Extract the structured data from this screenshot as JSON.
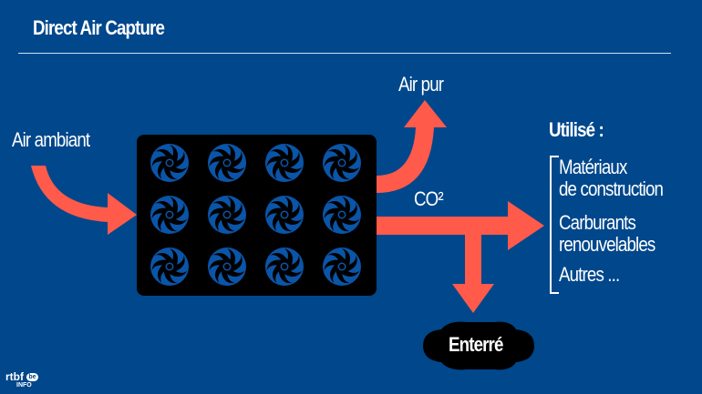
{
  "header": {
    "title": "Direct Air Capture"
  },
  "labels": {
    "input": "Air ambiant",
    "output_clean": "Air pur",
    "co2": "CO²",
    "stored": "Enterré"
  },
  "uses": {
    "heading": "Utilisé :",
    "items": [
      {
        "line1": "Matériaux",
        "line2": "de construction"
      },
      {
        "line1": "Carburants",
        "line2": "renouvelables"
      },
      {
        "line1": "Autres ...",
        "line2": ""
      }
    ]
  },
  "fan_grid": {
    "rows": 3,
    "cols": 4,
    "icon": "fan-icon"
  },
  "colors": {
    "background": "#00478c",
    "arrow": "#ff5a4a",
    "panel": "#000000",
    "fan": "#0a55a8"
  },
  "logo": {
    "brand": "rtbf",
    "badge": "be",
    "sub": "INFO"
  }
}
